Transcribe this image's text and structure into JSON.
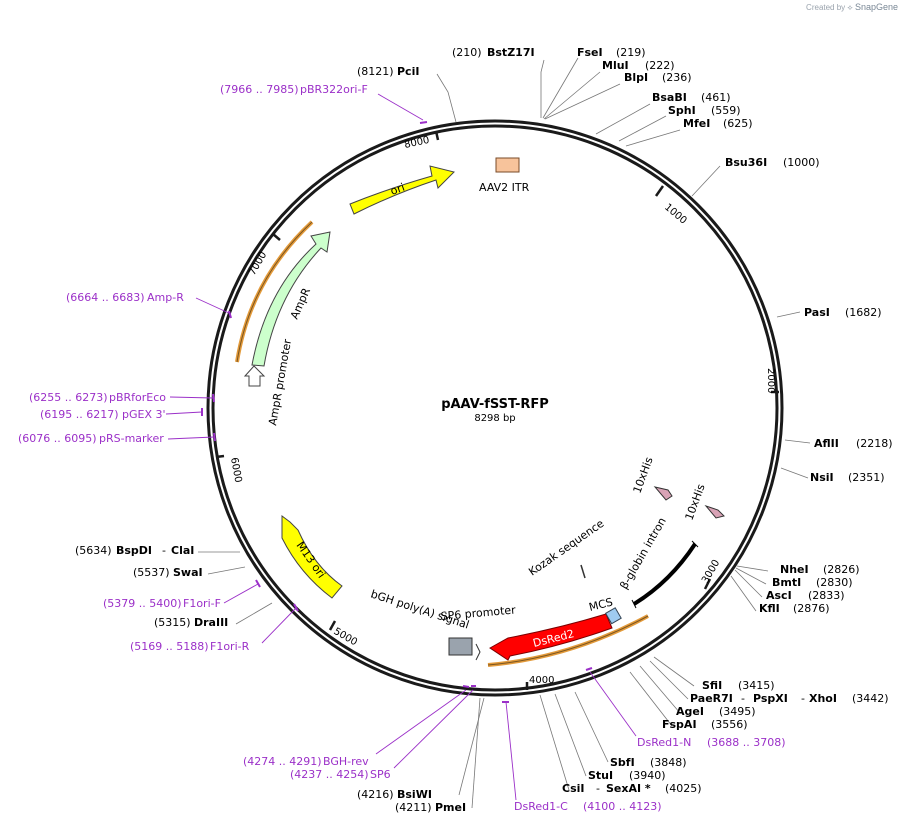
{
  "credit": {
    "created_by": "Created by",
    "brand": "SnapGene"
  },
  "plasmid": {
    "name": "pAAV-fSST-RFP",
    "size": "8298 bp"
  },
  "ticks": [
    "1000",
    "2000",
    "3000",
    "4000",
    "5000",
    "6000",
    "7000",
    "8000"
  ],
  "features": {
    "aav2_itr": "AAV2 ITR",
    "ori": "ori",
    "ampr": "AmpR",
    "ampr_promoter": "AmpR promoter",
    "m13_ori": "M13 ori",
    "bgh": "bGH poly(A) signal",
    "sp6_promoter": "SP6 promoter",
    "dsred2": "DsRed2",
    "mcs": "MCS",
    "kozak": "Kozak sequence",
    "bglobin": "β-globin intron",
    "his1": "10xHis",
    "his2": "10xHis"
  },
  "sites": [
    {
      "name": "BstZ17I",
      "pos": "(210)"
    },
    {
      "name": "PciI",
      "pos": "(8121)"
    },
    {
      "name": "FseI",
      "pos": "(219)"
    },
    {
      "name": "MluI",
      "pos": "(222)"
    },
    {
      "name": "BlpI",
      "pos": "(236)"
    },
    {
      "name": "BsaBI",
      "pos": "(461)"
    },
    {
      "name": "SphI",
      "pos": "(559)"
    },
    {
      "name": "MfeI",
      "pos": "(625)"
    },
    {
      "name": "Bsu36I",
      "pos": "(1000)"
    },
    {
      "name": "PasI",
      "pos": "(1682)"
    },
    {
      "name": "AflII",
      "pos": "(2218)"
    },
    {
      "name": "NsiI",
      "pos": "(2351)"
    },
    {
      "name": "NheI",
      "pos": "(2826)"
    },
    {
      "name": "BmtI",
      "pos": "(2830)"
    },
    {
      "name": "AscI",
      "pos": "(2833)"
    },
    {
      "name": "KflI",
      "pos": "(2876)"
    },
    {
      "name": "SfiI",
      "pos": "(3415)"
    },
    {
      "name": "PaeR7I",
      "pos": ""
    },
    {
      "name": "PspXI",
      "pos": ""
    },
    {
      "name": "XhoI",
      "pos": "(3442)"
    },
    {
      "name": "AgeI",
      "pos": "(3495)"
    },
    {
      "name": "FspAI",
      "pos": "(3556)"
    },
    {
      "name": "SbfI",
      "pos": "(3848)"
    },
    {
      "name": "StuI",
      "pos": "(3940)"
    },
    {
      "name": "CsiI",
      "pos": ""
    },
    {
      "name": "SexAI *",
      "pos": "(4025)"
    },
    {
      "name": "BsiWI",
      "pos": "(4216)"
    },
    {
      "name": "PmeI",
      "pos": "(4211)"
    },
    {
      "name": "BspDI",
      "pos": "(5634)"
    },
    {
      "name": "ClaI",
      "pos": ""
    },
    {
      "name": "SwaI",
      "pos": "(5537)"
    },
    {
      "name": "DraIII",
      "pos": "(5315)"
    }
  ],
  "primers": [
    {
      "pos": "(7966 .. 7985)",
      "name": "pBR322ori-F"
    },
    {
      "pos": "(6664 .. 6683)",
      "name": "Amp-R"
    },
    {
      "pos": "(6255 .. 6273)",
      "name": "pBRforEco"
    },
    {
      "pos": "(6195 .. 6217)",
      "name": "pGEX 3'"
    },
    {
      "pos": "(6076 .. 6095)",
      "name": "pRS-marker"
    },
    {
      "pos": "(5379 .. 5400)",
      "name": "F1ori-F"
    },
    {
      "pos": "(5169 .. 5188)",
      "name": "F1ori-R"
    },
    {
      "pos": "(4274 .. 4291)",
      "name": "BGH-rev"
    },
    {
      "pos": "(4237 .. 4254)",
      "name": "SP6"
    },
    {
      "name": "DsRed1-C",
      "pos": "(4100 .. 4123)"
    },
    {
      "name": "DsRed1-N",
      "pos": "(3688 .. 3708)"
    }
  ],
  "colors": {
    "backbone": "#1a1a1a",
    "primer": "#9b30c8",
    "ori": "#ffff00",
    "ampr": "#ccffcc",
    "ampr_promoter": "#ffffff",
    "itr": "#f7c39b",
    "dsred2": "#ff0000",
    "mcs": "#9fcbf0",
    "his": "#d9a3b6",
    "bgh": "#9aa3ad",
    "orange_line": "#e39a3a"
  }
}
